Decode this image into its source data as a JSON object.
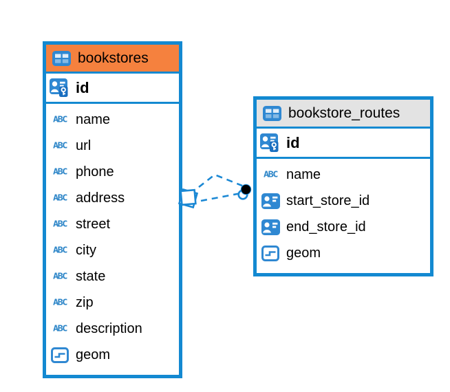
{
  "colors": {
    "table_border": "#1389D1",
    "icon_blue": "#2F88D2",
    "key_badge_blue": "#1A6FC0",
    "header_orange": "#F5813E",
    "header_gray": "#E3E3E3",
    "text": "#000000",
    "relation_line": "#1B88D4",
    "relation_dot": "#000000",
    "background": "#FFFFFF"
  },
  "icons": {
    "text_type_label": "ABC"
  },
  "tables": [
    {
      "name": "bookstores",
      "header_style": "orange",
      "primary_key": {
        "name": "id"
      },
      "columns": [
        {
          "name": "name",
          "icon": "text-type-icon"
        },
        {
          "name": "url",
          "icon": "text-type-icon"
        },
        {
          "name": "phone",
          "icon": "text-type-icon"
        },
        {
          "name": "address",
          "icon": "text-type-icon"
        },
        {
          "name": "street",
          "icon": "text-type-icon"
        },
        {
          "name": "city",
          "icon": "text-type-icon"
        },
        {
          "name": "state",
          "icon": "text-type-icon"
        },
        {
          "name": "zip",
          "icon": "text-type-icon"
        },
        {
          "name": "description",
          "icon": "text-type-icon"
        },
        {
          "name": "geom",
          "icon": "geometry-type-icon"
        }
      ]
    },
    {
      "name": "bookstore_routes",
      "header_style": "gray",
      "primary_key": {
        "name": "id"
      },
      "columns": [
        {
          "name": "name",
          "icon": "text-type-icon"
        },
        {
          "name": "start_store_id",
          "icon": "reference-type-icon"
        },
        {
          "name": "end_store_id",
          "icon": "reference-type-icon"
        },
        {
          "name": "geom",
          "icon": "geometry-type-icon"
        }
      ]
    }
  ],
  "relationship": {
    "style": "dashed",
    "left_end_marker": "double-square-marker",
    "right_end_marker": "dot-marker",
    "lines": 2
  }
}
